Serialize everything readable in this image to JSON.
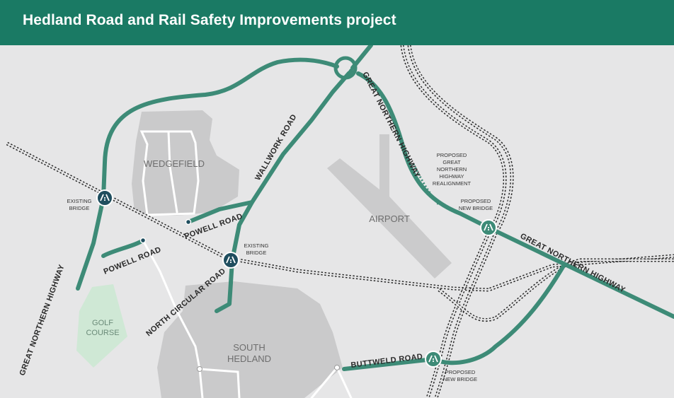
{
  "header": {
    "title": "Hedland Road and Rail Safety Improvements project"
  },
  "areas": {
    "wedgefield": "WEDGEFIELD",
    "airport": "AIRPORT",
    "south_hedland": [
      "SOUTH",
      "HEDLAND"
    ],
    "golf_course": [
      "GOLF",
      "COURSE"
    ]
  },
  "roads": {
    "great_northern_highway": "GREAT NORTHERN HIGHWAY",
    "wallwork_road": "WALLWORK ROAD",
    "powell_road": "POWELL ROAD",
    "north_circular_road": "NORTH CIRCULAR ROAD",
    "buttweld_road": "BUTTWELD ROAD"
  },
  "annotations": {
    "existing_bridge": [
      "EXISTING",
      "BRIDGE"
    ],
    "proposed_new_bridge": [
      "PROPOSED",
      "NEW BRIDGE"
    ],
    "realignment": [
      "PROPOSED",
      "GREAT",
      "NORTHERN",
      "HIGHWAY",
      "REALIGNMENT"
    ]
  },
  "icons": {
    "bridge": "bridge-icon",
    "roundabout": "roundabout-icon"
  },
  "colors": {
    "header": "#1a7a64",
    "road": "#3d8b77",
    "background": "#e6e6e7",
    "urban": "#cacacb",
    "airport": "#cbcbcc",
    "golf": "#cfe8d5",
    "marker": "#1f4e5f"
  }
}
